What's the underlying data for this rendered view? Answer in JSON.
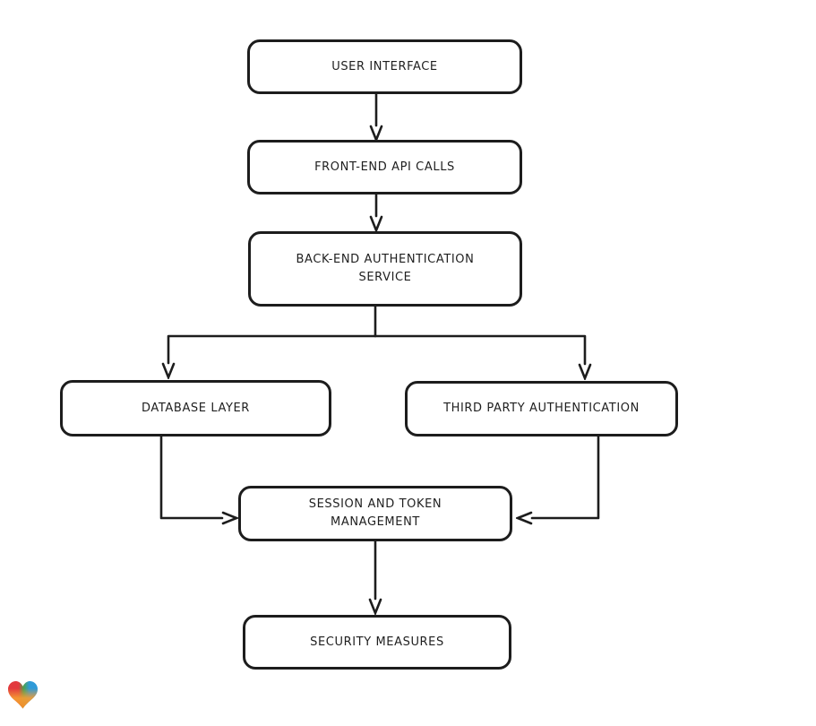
{
  "diagram": {
    "background_color": "#ffffff",
    "stroke_color": "#1d1d1d",
    "node_fill_color": "#ffffff",
    "nodes": [
      {
        "id": "user-interface",
        "label": "USER INTERFACE"
      },
      {
        "id": "front-end-api-calls",
        "label": "FRONT-END API CALLS"
      },
      {
        "id": "back-end-authentication-service",
        "label": "BACK-END AUTHENTICATION SERVICE"
      },
      {
        "id": "database-layer",
        "label": "DATABASE LAYER"
      },
      {
        "id": "third-party-authentication",
        "label": "THIRD PARTY AUTHENTICATION"
      },
      {
        "id": "session-and-token-management",
        "label": "SESSION AND TOKEN MANAGEMENT"
      },
      {
        "id": "security-measures",
        "label": "SECURITY MEASURES"
      }
    ],
    "edges": [
      {
        "from": "user-interface",
        "to": "front-end-api-calls"
      },
      {
        "from": "front-end-api-calls",
        "to": "back-end-authentication-service"
      },
      {
        "from": "back-end-authentication-service",
        "to": "database-layer"
      },
      {
        "from": "back-end-authentication-service",
        "to": "third-party-authentication"
      },
      {
        "from": "database-layer",
        "to": "session-and-token-management"
      },
      {
        "from": "third-party-authentication",
        "to": "session-and-token-management"
      },
      {
        "from": "session-and-token-management",
        "to": "security-measures"
      }
    ],
    "watermark": {
      "icon": "heart-logo",
      "colors": {
        "red": "#e23a3e",
        "green": "#4ba14e",
        "blue": "#2f9ad8",
        "orange": "#f59d33",
        "orange_dark": "#ee8c2a"
      }
    }
  }
}
